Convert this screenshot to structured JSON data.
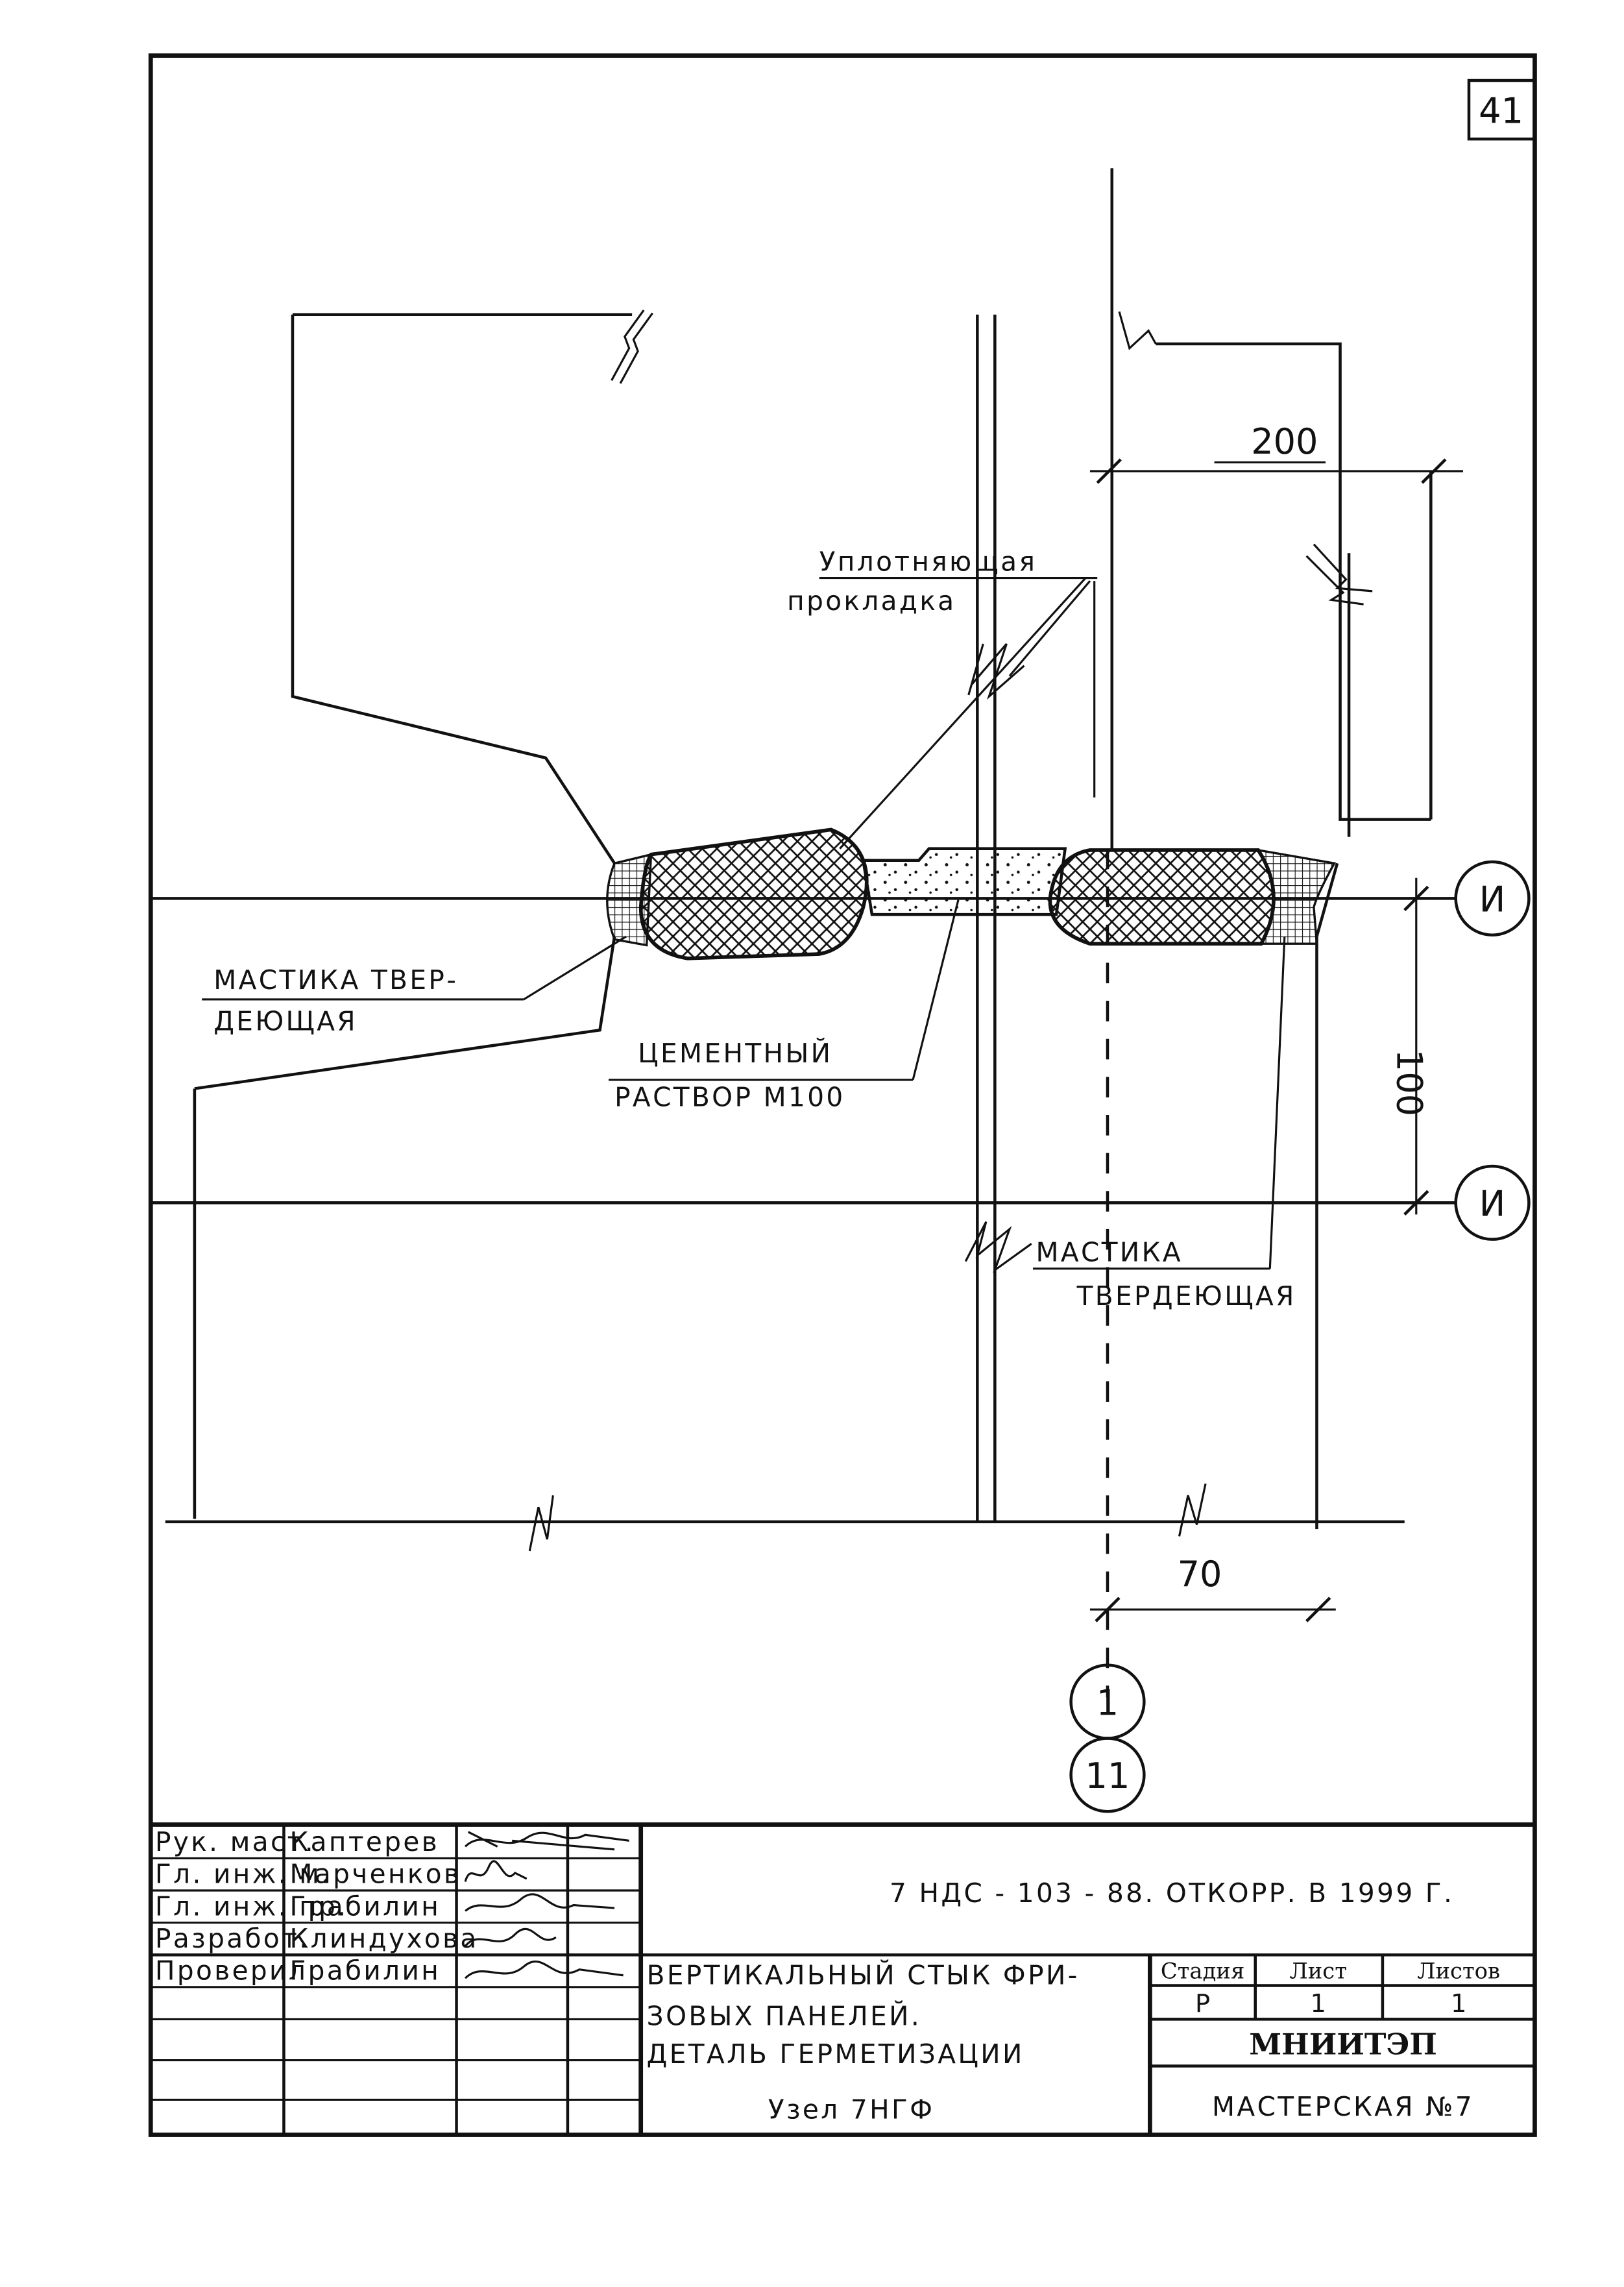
{
  "sheet_number": "41",
  "dimensions": {
    "top": "200",
    "right": "100",
    "bottom": "70"
  },
  "labels": {
    "gasket_line1": "Уплотняющая",
    "gasket_line2": "прокладка",
    "mastic_left_line1": "МАСТИКА   ТВЕР-",
    "mastic_left_line2": "ДЕЮЩАЯ",
    "cement_line1": "ЦЕМЕНТНЫЙ",
    "cement_line2": "РАСТВОР  М100",
    "mastic_right_line1": "МАСТИКА",
    "mastic_right_line2": "ТВЕРДЕЮЩАЯ"
  },
  "axes": {
    "right_upper": "И",
    "right_lower": "И",
    "bottom_upper": "1",
    "bottom_lower": "11"
  },
  "title_block": {
    "roles": [
      "Рук. маст.",
      "Гл. инж. м.",
      "Гл. инж. пр.",
      "Разработ.",
      "Проверил"
    ],
    "names": [
      "Каптерев",
      "Марченков",
      "Грабилин",
      "Клиндухова",
      "Грабилин"
    ],
    "document_code": "7 НДС - 103 - 88. ОТКОРР. В 1999 Г.",
    "title_line1": "ВЕРТИКАЛЬНЫЙ  СТЫК  ФРИ-",
    "title_line2": "ЗОВЫХ   ПАНЕЛЕЙ.",
    "title_line3": "ДЕТАЛЬ  ГЕРМЕТИЗАЦИИ",
    "node_label": "Узел  7НГФ",
    "stage_header": "Стадия",
    "sheet_header": "Лист",
    "sheets_header": "Листов",
    "stage_value": "Р",
    "sheet_value": "1",
    "sheets_value": "1",
    "organization": "МНИИТЭП",
    "workshop": "МАСТЕРСКАЯ  №7"
  }
}
